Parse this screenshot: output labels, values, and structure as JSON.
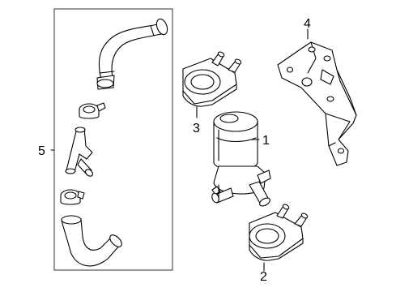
{
  "callouts": {
    "c1": "1",
    "c2": "2",
    "c3": "3",
    "c4": "4",
    "c5": "5"
  },
  "parts": [
    {
      "callout": "1",
      "item": "auxiliary-water-pump"
    },
    {
      "callout": "2",
      "item": "pump-bracket-lower"
    },
    {
      "callout": "3",
      "item": "pump-bracket-upper"
    },
    {
      "callout": "4",
      "item": "mounting-bracket"
    },
    {
      "callout": "5",
      "item": "hose-and-clamp-kit"
    }
  ]
}
